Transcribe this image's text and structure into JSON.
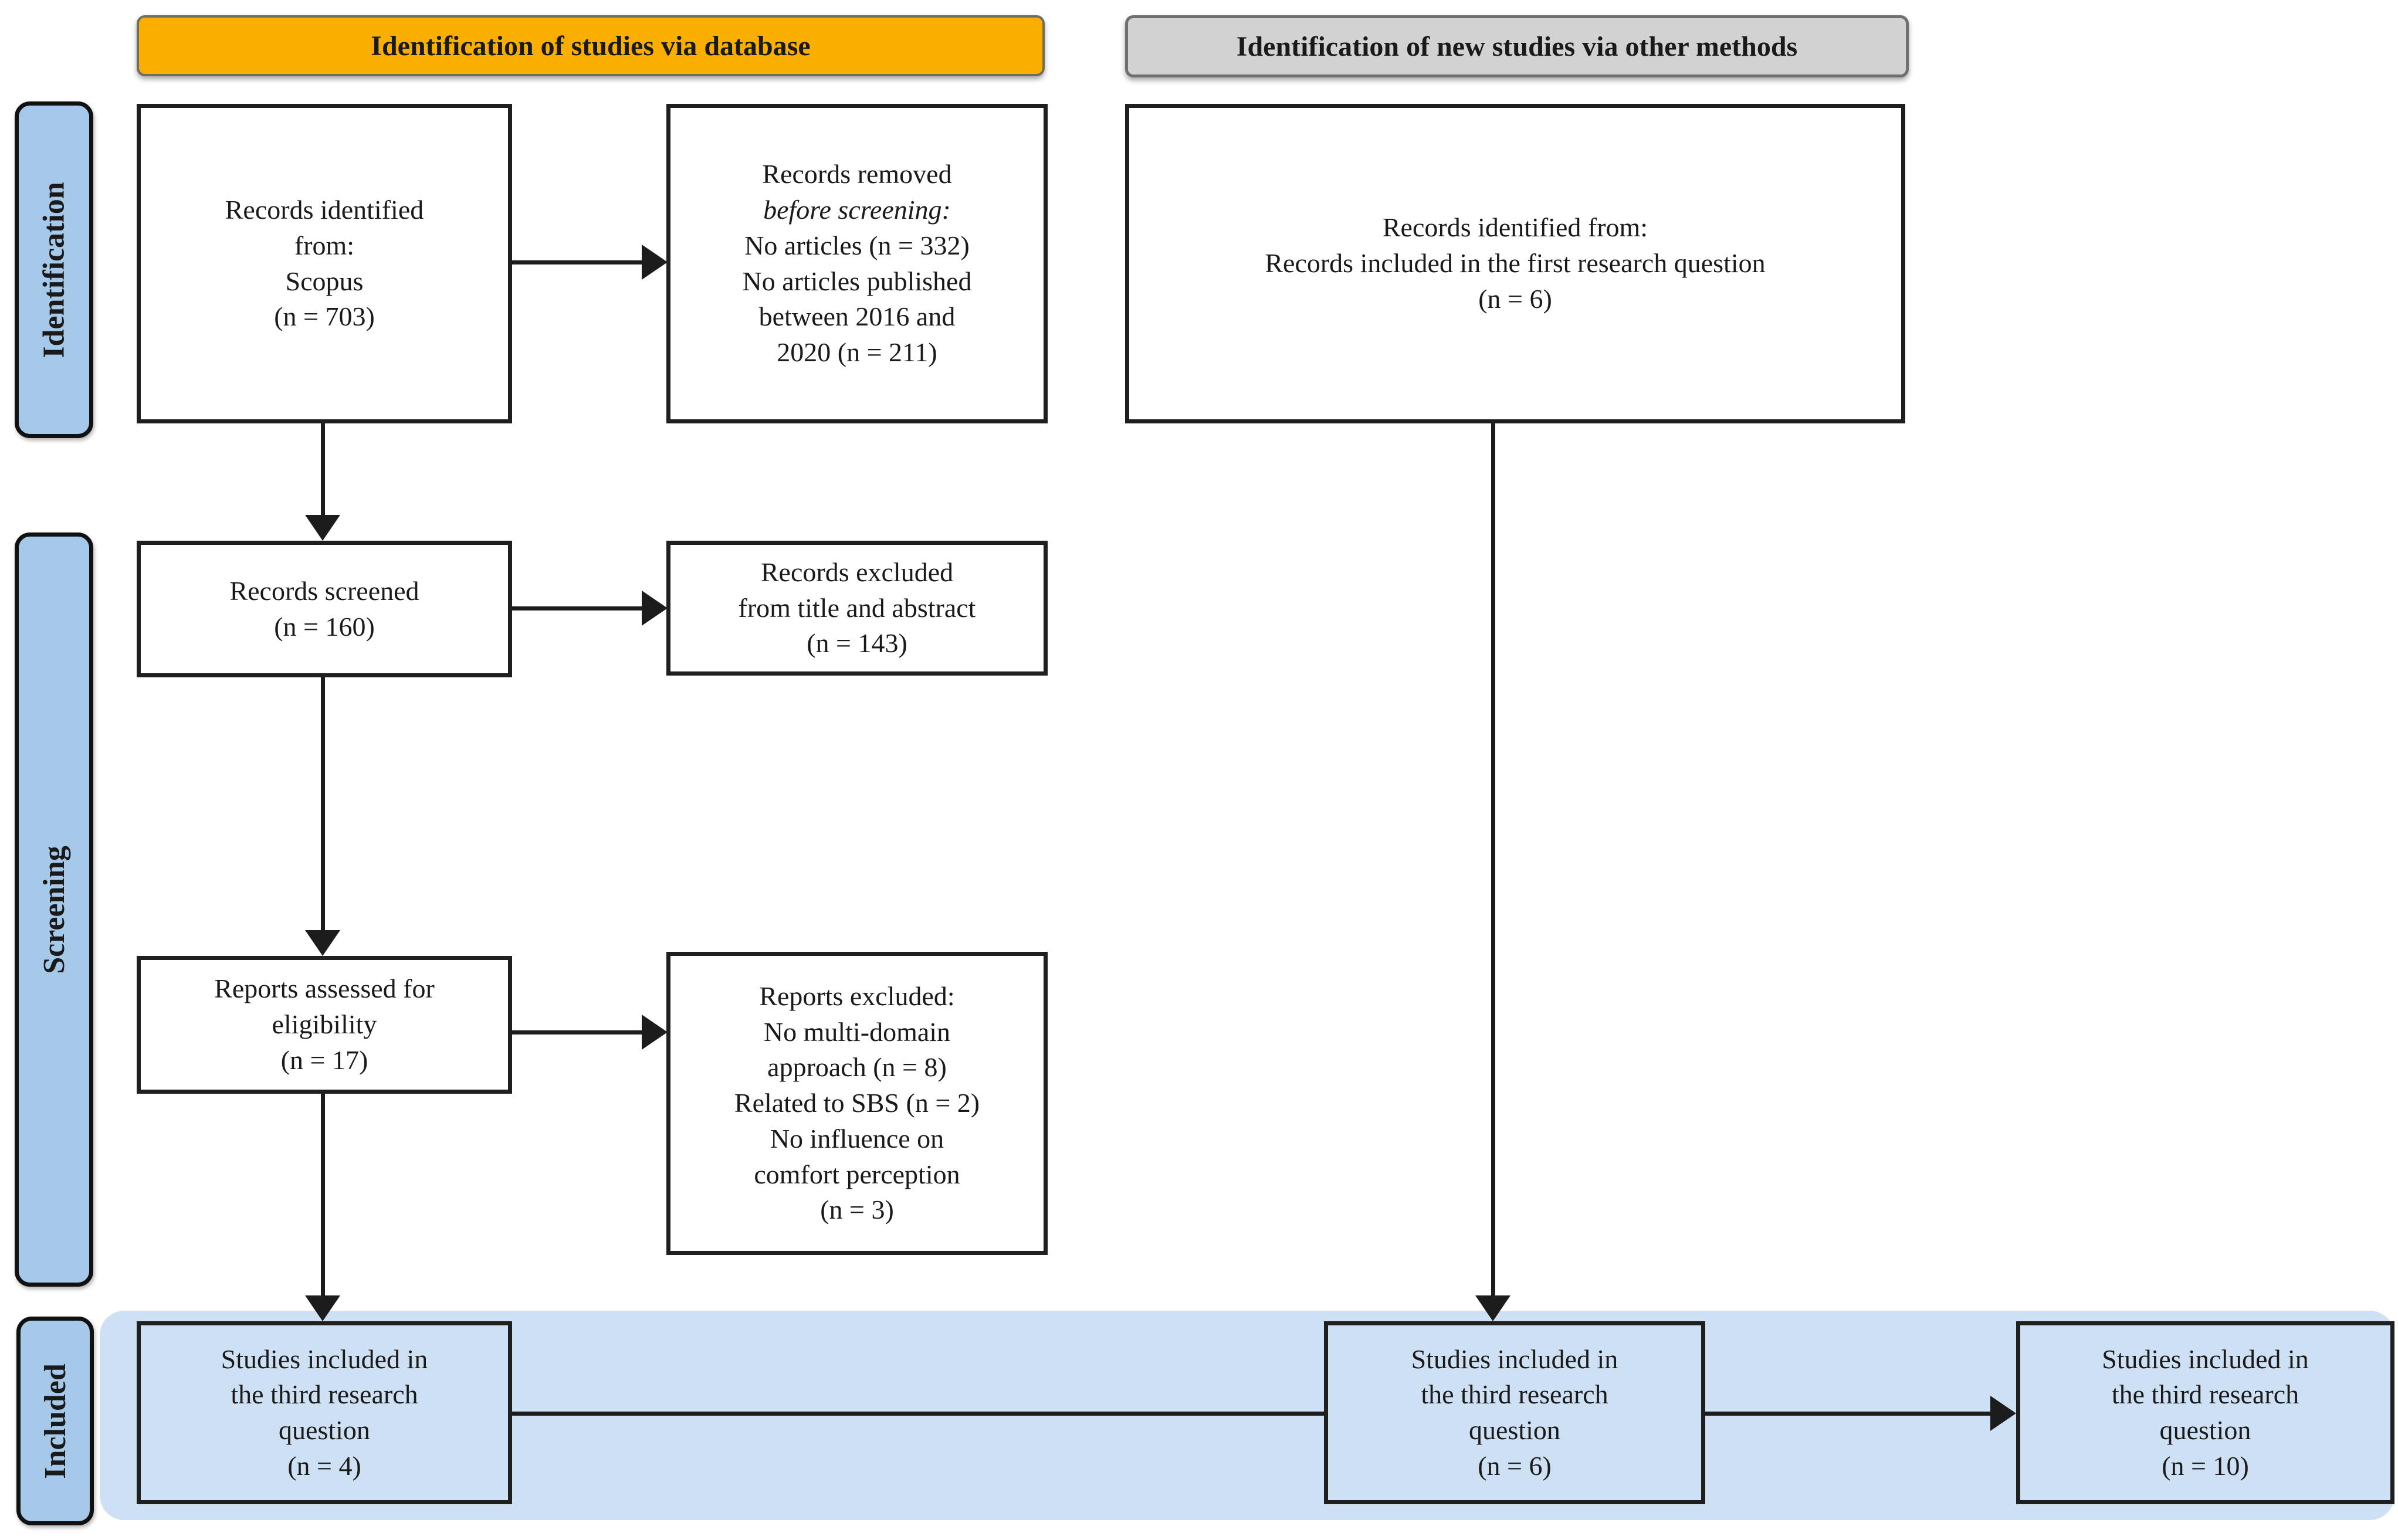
{
  "headers": {
    "database": "Identification of studies via database",
    "other_methods": "Identification of new studies via other methods"
  },
  "stage_labels": {
    "identification": "Identification",
    "screening": "Screening",
    "included": "Included"
  },
  "boxes": {
    "records_identified": "Records identified\nfrom:\nScopus\n(n = 703)",
    "records_removed_line1": "Records removed",
    "records_removed_italic": "before screening:",
    "records_removed_rest": "No articles (n = 332)\nNo articles published\nbetween 2016 and\n2020 (n = 211)",
    "records_identified_other": "Records identified from:\nRecords included in the first research question\n(n = 6)",
    "records_screened": "Records screened\n(n = 160)",
    "records_excluded": "Records excluded\nfrom title and abstract\n(n = 143)",
    "reports_assessed": "Reports assessed for\neligibility\n(n = 17)",
    "reports_excluded": "Reports excluded:\nNo multi-domain\napproach (n = 8)\nRelated to SBS (n = 2)\nNo influence on\ncomfort perception\n(n = 3)",
    "included_third_rq_database": "Studies included in\nthe third research\nquestion\n(n = 4)",
    "included_third_rq_other": "Studies included in\nthe third research\nquestion\n(n = 6)",
    "included_third_rq_total": "Studies included in\nthe third research\nquestion\n(n = 10)"
  },
  "colors": {
    "banner_orange": "#F9AE00",
    "banner_gray": "#D2D2D2",
    "stage_label_blue": "#A6C9EA",
    "included_band_blue": "#CDE0F4",
    "line_black": "#1c1c1c"
  }
}
